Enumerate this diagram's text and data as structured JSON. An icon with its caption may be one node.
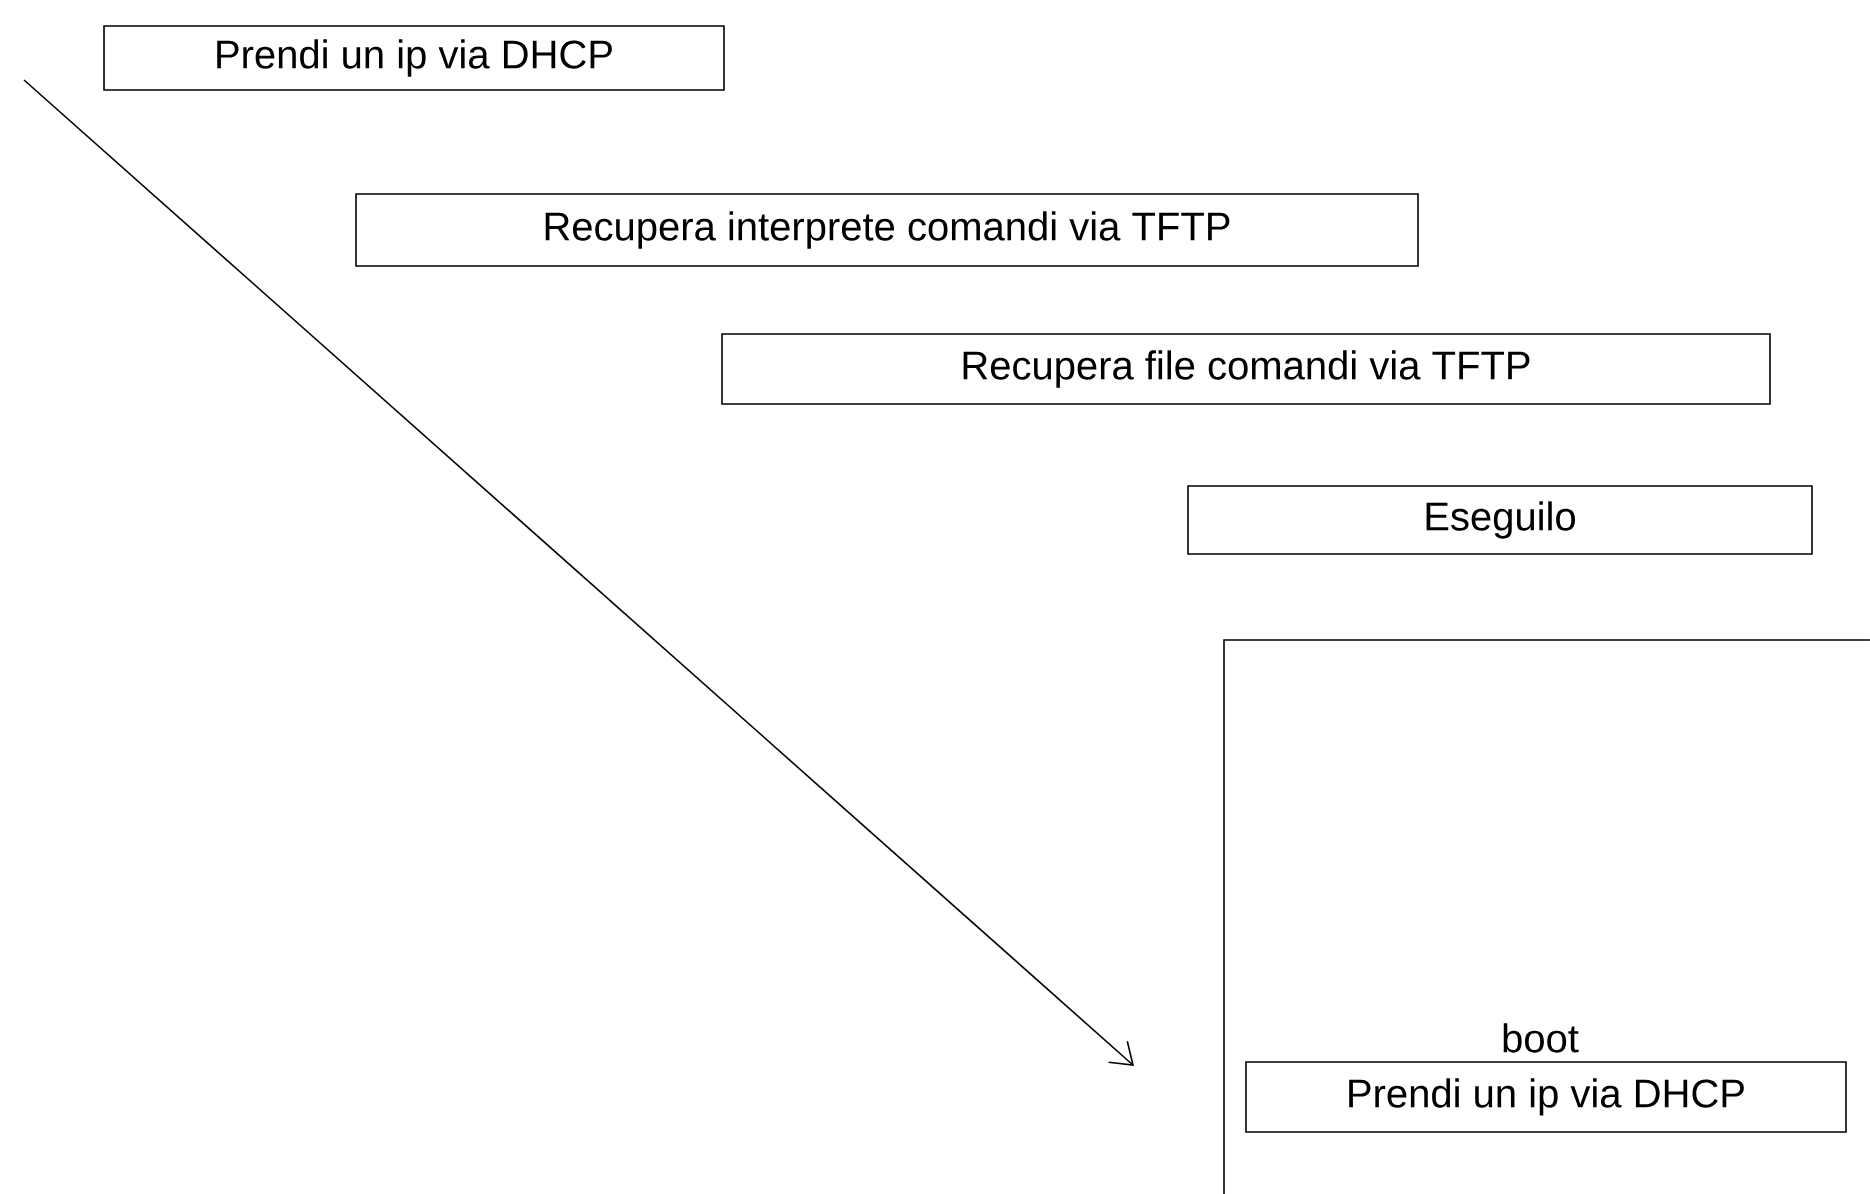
{
  "diagram": {
    "nodes": [
      {
        "text": [
          "Prendi un ip via DHCP"
        ]
      },
      {
        "text": [
          "Recupera interprete comandi via TFTP"
        ]
      },
      {
        "text": [
          "Recupera file comandi via TFTP"
        ]
      },
      {
        "text": [
          "Eseguilo"
        ]
      },
      {
        "text": [
          "boot"
        ]
      },
      {
        "text": [
          "Prendi un ip via DHCP"
        ],
        "in": 4
      }
    ],
    "edges": []
  }
}
